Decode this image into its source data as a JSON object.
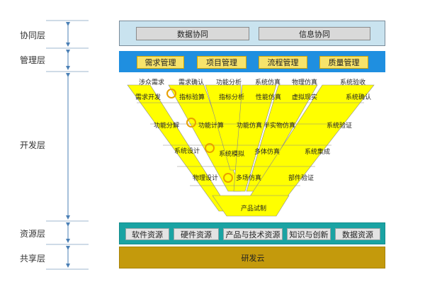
{
  "layers": {
    "xietong": "协同层",
    "guanli": "管理层",
    "kaifa": "开发层",
    "ziyuan": "资源层",
    "gongxiang": "共享层"
  },
  "collaboration": [
    "数据协同",
    "信息协同"
  ],
  "management": [
    "需求管理",
    "项目管理",
    "流程管理",
    "质量管理"
  ],
  "resources": [
    "软件资源",
    "硬件资源",
    "产品与技术资源",
    "知识与创新",
    "数据资源"
  ],
  "shared": "研发云",
  "vmodel": {
    "top_labels": [
      "涉众需求",
      "需求确认",
      "功能分析",
      "系统仿真",
      "物理仿真",
      "系统验收"
    ],
    "left_labels": [
      "需求开发",
      "功能分解",
      "系统设计",
      "物理设计"
    ],
    "center_labels": [
      "指标验算",
      "功能计算",
      "系统模拟",
      "多场仿真"
    ],
    "inner_labels": [
      "指标分析",
      "功能仿真",
      "多体仿真"
    ],
    "mid_top_labels": [
      "性能仿真",
      "虚拟现实"
    ],
    "mid_labels": [
      "半实物仿真"
    ],
    "right_labels": [
      "系统确认",
      "系统验证",
      "系统集成",
      "部件验证"
    ],
    "bottom_label": "产品试制"
  },
  "colors": {
    "yellow": "#ffff00",
    "blue": "#1f8fe0",
    "teal": "#1aa3a3",
    "gold": "#c49a0c",
    "light_blue": "#c9e3ef"
  },
  "icons": [
    "cycle-arrow-icon"
  ]
}
